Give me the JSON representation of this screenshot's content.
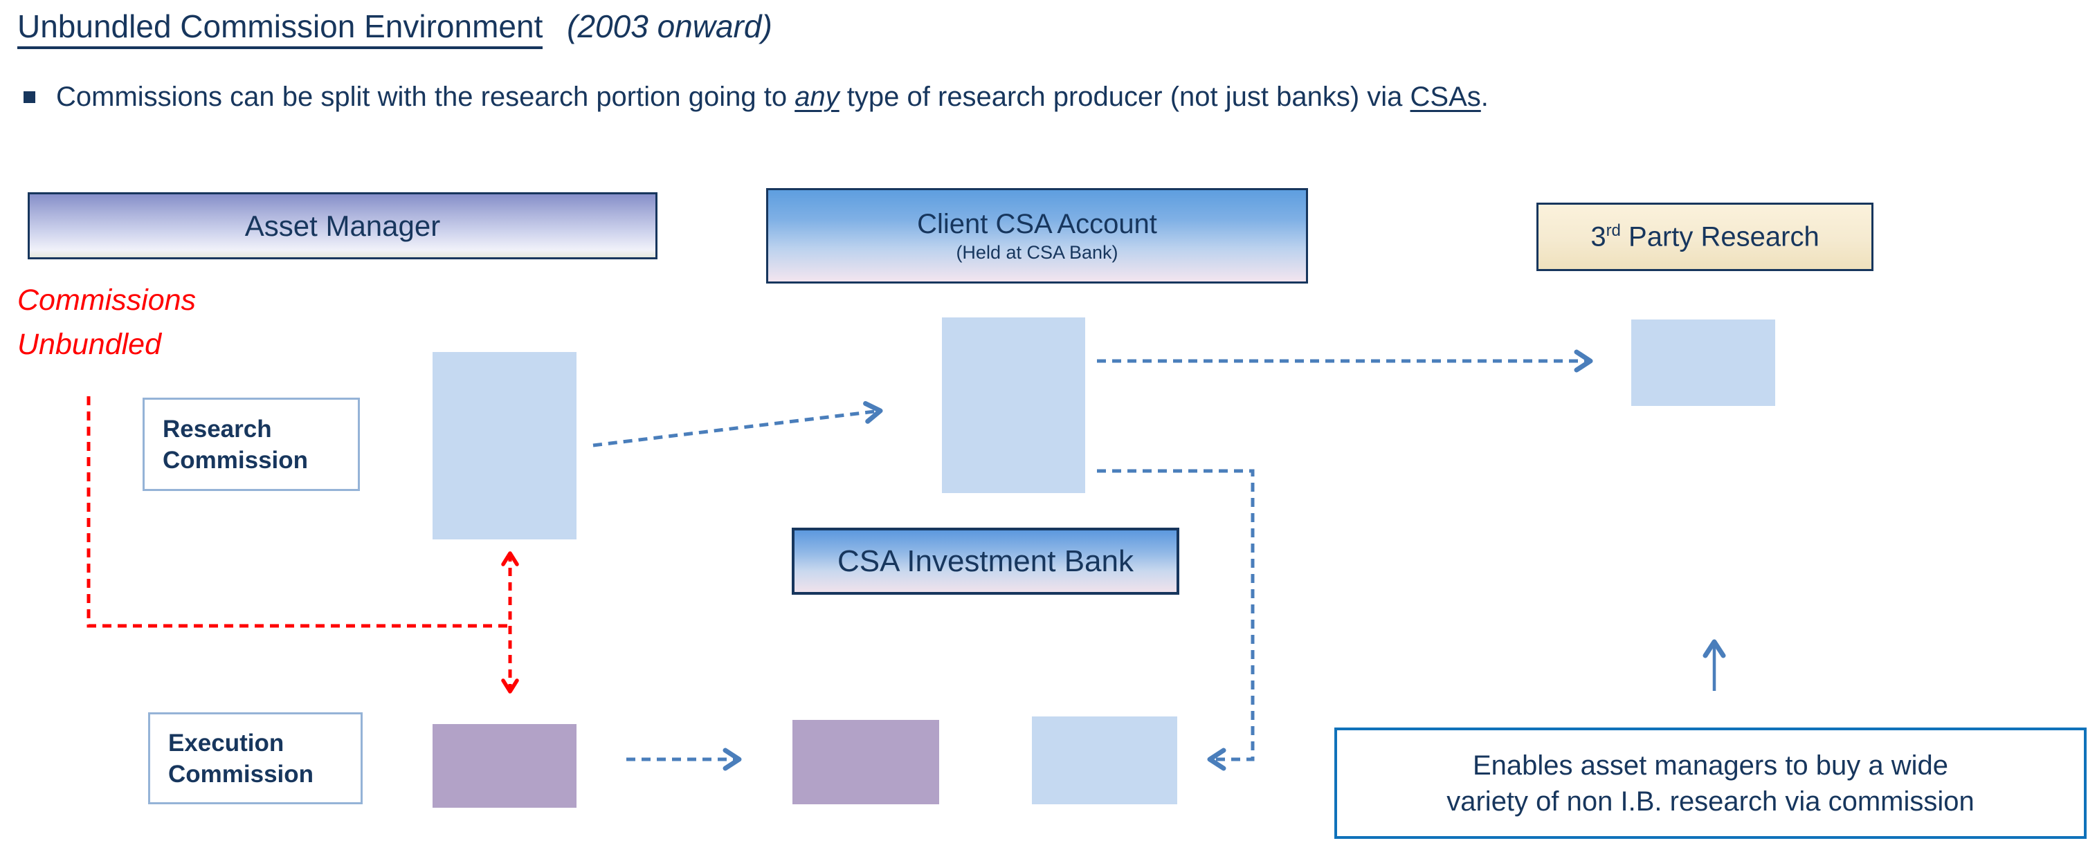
{
  "title": {
    "main": "Unbundled Commission Environment",
    "suffix": "(2003 onward)"
  },
  "bullet": {
    "pre": "Commissions can be split with the research portion going to ",
    "emphasis": "any",
    "mid": " type of research producer (not just banks) via ",
    "underlined": "CSAs",
    "end": "."
  },
  "nodes": {
    "asset_manager": {
      "label": "Asset Manager"
    },
    "client_csa_account": {
      "label": "Client CSA Account",
      "sublabel": "(Held at CSA Bank)"
    },
    "third_party_research": {
      "prefix": "3",
      "superscript": "rd",
      "rest": " Party Research"
    },
    "csa_investment_bank": {
      "label": "CSA Investment Bank"
    },
    "research_commission": {
      "line1": "Research",
      "line2": "Commission"
    },
    "execution_commission": {
      "line1": "Execution",
      "line2": "Commission"
    },
    "commissions_unbundled": {
      "line1": "Commissions",
      "line2": "Unbundled"
    },
    "enables_note": {
      "line1": "Enables asset managers to buy a wide",
      "line2": "variety of non I.B. research via commission"
    }
  },
  "colors": {
    "heading_text": "#17365D",
    "red_accent": "#FF0000",
    "dashed_arrow_blue": "#4A7EBB",
    "light_blue_fill": "#C5D9F1",
    "purple_fill": "#B2A2C7",
    "commission_box_border": "#95B3D7",
    "enables_box_border": "#1072BA",
    "node_border": "#17365D",
    "asset_manager_gradient_top": "#868FC9",
    "client_csa_gradient_top": "#5E9EDF",
    "gradient_bottom_pink": "#F2E4EE",
    "third_party_fill": "#F5EACF"
  }
}
